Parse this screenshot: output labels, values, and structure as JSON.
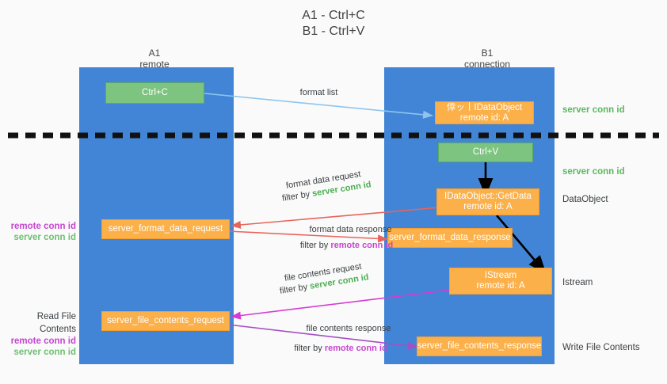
{
  "title": "A1 - Ctrl+C\nB1 - Ctrl+V",
  "colors": {
    "lane": "#4285d6",
    "green_node": "#7cc47f",
    "orange_node": "#fbb04a",
    "server_conn_id": "#4caf50",
    "remote_conn_id": "#c645d1",
    "arrow_blue": "#8ec5ee",
    "arrow_red": "#e8645a",
    "arrow_magenta": "#d63bd6",
    "arrow_purple": "#a44fc4",
    "arrow_black": "#000000",
    "divider": "#111111"
  },
  "columns": [
    {
      "id": "a1",
      "title": "A1",
      "subtitle": "remote",
      "label": "A1\nremote"
    },
    {
      "id": "b1",
      "title": "B1",
      "subtitle": "connection",
      "label": "B1\nconnection"
    }
  ],
  "nodes": [
    {
      "id": "ctrl-c",
      "label": "Ctrl+C",
      "style": "green"
    },
    {
      "id": "idataobject",
      "label": "倖ッ丨IDataObject\nremote id: A",
      "style": "orange"
    },
    {
      "id": "ctrl-v",
      "label": "Ctrl+V",
      "style": "green"
    },
    {
      "id": "idataobject-getdata",
      "label": "IDataObject::GetData\nremote id: A",
      "style": "orange"
    },
    {
      "id": "server-format-data-request",
      "label": "server_format_data_request",
      "style": "orange"
    },
    {
      "id": "server-format-data-response",
      "label": "server_format_data_response",
      "style": "orange"
    },
    {
      "id": "istream",
      "label": "IStream\nremote id: A",
      "style": "orange"
    },
    {
      "id": "server-file-contents-request",
      "label": "server_file_contents_request",
      "style": "orange"
    },
    {
      "id": "server-file-contents-response",
      "label": "server_file_contents_response",
      "style": "orange"
    }
  ],
  "edges": [
    {
      "id": "format-list",
      "label": "format list",
      "color": "blue"
    },
    {
      "id": "format-data-request",
      "label": "format data request",
      "filter_prefix": "filter by ",
      "filter_value": "server conn id",
      "filter_kind": "server",
      "color": "red"
    },
    {
      "id": "format-data-response",
      "label": "format data response",
      "filter_prefix": "filter by ",
      "filter_value": "remote conn id",
      "filter_kind": "remote",
      "color": "red"
    },
    {
      "id": "file-contents-request",
      "label": "file contents request",
      "filter_prefix": "filter by ",
      "filter_value": "server conn id",
      "filter_kind": "server",
      "color": "magenta"
    },
    {
      "id": "file-contents-response",
      "label": "file contents response",
      "filter_prefix": "filter by ",
      "filter_value": "remote conn id",
      "filter_kind": "remote",
      "color": "purple"
    }
  ],
  "right_annotations": [
    {
      "id": "server-conn-id-1",
      "label": "server conn id",
      "kind": "server"
    },
    {
      "id": "server-conn-id-2",
      "label": "server conn id",
      "kind": "server"
    },
    {
      "id": "dataobject",
      "label": "DataObject",
      "kind": "plain"
    },
    {
      "id": "istream-label",
      "label": "Istream",
      "kind": "plain"
    },
    {
      "id": "write-file",
      "label": "Write File Contents",
      "kind": "plain"
    }
  ],
  "left_annotations": [
    {
      "id": "conn-ids-1",
      "remote": "remote conn id",
      "server": "server conn id"
    },
    {
      "id": "read-file",
      "heading": "Read File Contents",
      "remote": "remote conn id",
      "server": "server conn id"
    }
  ]
}
